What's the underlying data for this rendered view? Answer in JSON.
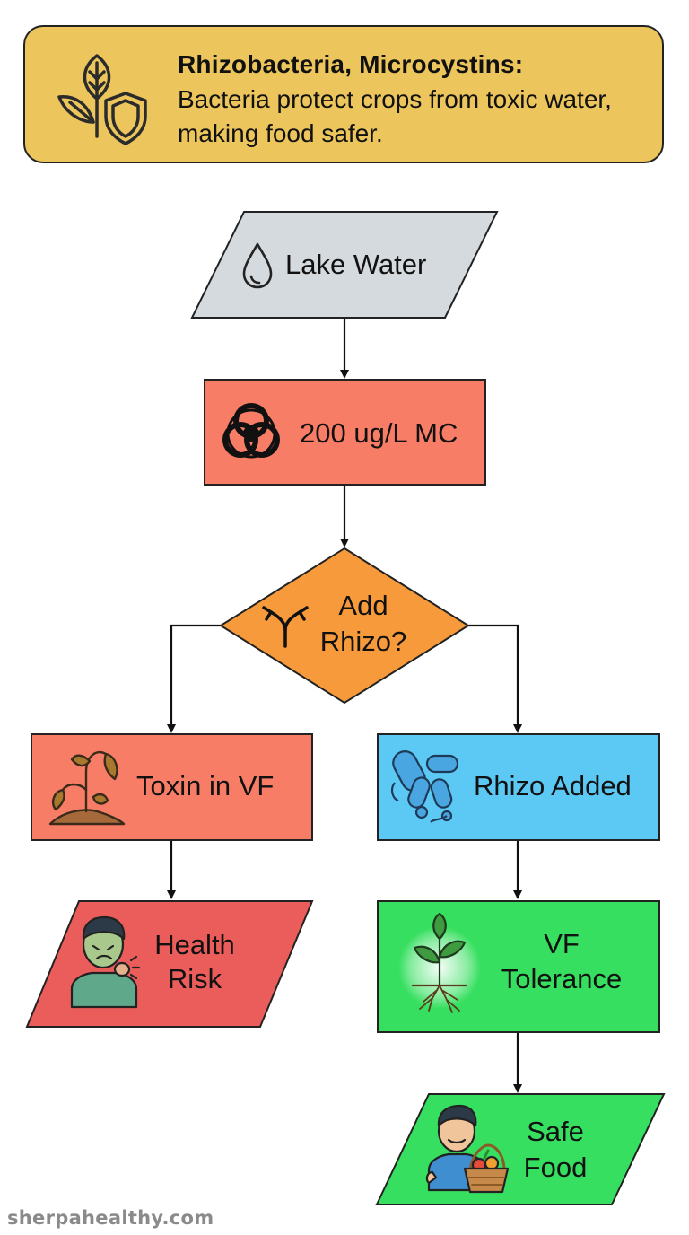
{
  "header": {
    "title": "Rhizobacteria, Microcystins:",
    "subtitle": "Bacteria protect crops from toxic water, making food safer.",
    "icon": "leaf-shield-icon"
  },
  "nodes": {
    "lake_water": {
      "label": "Lake Water",
      "icon": "water-drop-icon",
      "color": "#d5dade"
    },
    "mc_level": {
      "label": "200 ug/L MC",
      "icon": "biohazard-icon",
      "color": "#f77d66"
    },
    "decision": {
      "label_line1": "Add",
      "label_line2": "Rhizo?",
      "icon": "branch-arrows-icon",
      "color": "#f69a3b"
    },
    "toxin": {
      "label": "Toxin in VF",
      "icon": "wilted-plant-icon",
      "color": "#f77d66"
    },
    "rhizo": {
      "label": "Rhizo Added",
      "icon": "bacteria-icon",
      "color": "#5cc9f5"
    },
    "health": {
      "label_line1": "Health",
      "label_line2": "Risk",
      "icon": "sick-person-icon",
      "color": "#ea5d5b"
    },
    "tolerance": {
      "label_line1": "VF",
      "label_line2": "Tolerance",
      "icon": "healthy-plant-icon",
      "color": "#36df5f"
    },
    "safe": {
      "label_line1": "Safe",
      "label_line2": "Food",
      "icon": "person-food-basket-icon",
      "color": "#36df5f"
    }
  },
  "footer": {
    "watermark": "sherpahealthy.com"
  }
}
